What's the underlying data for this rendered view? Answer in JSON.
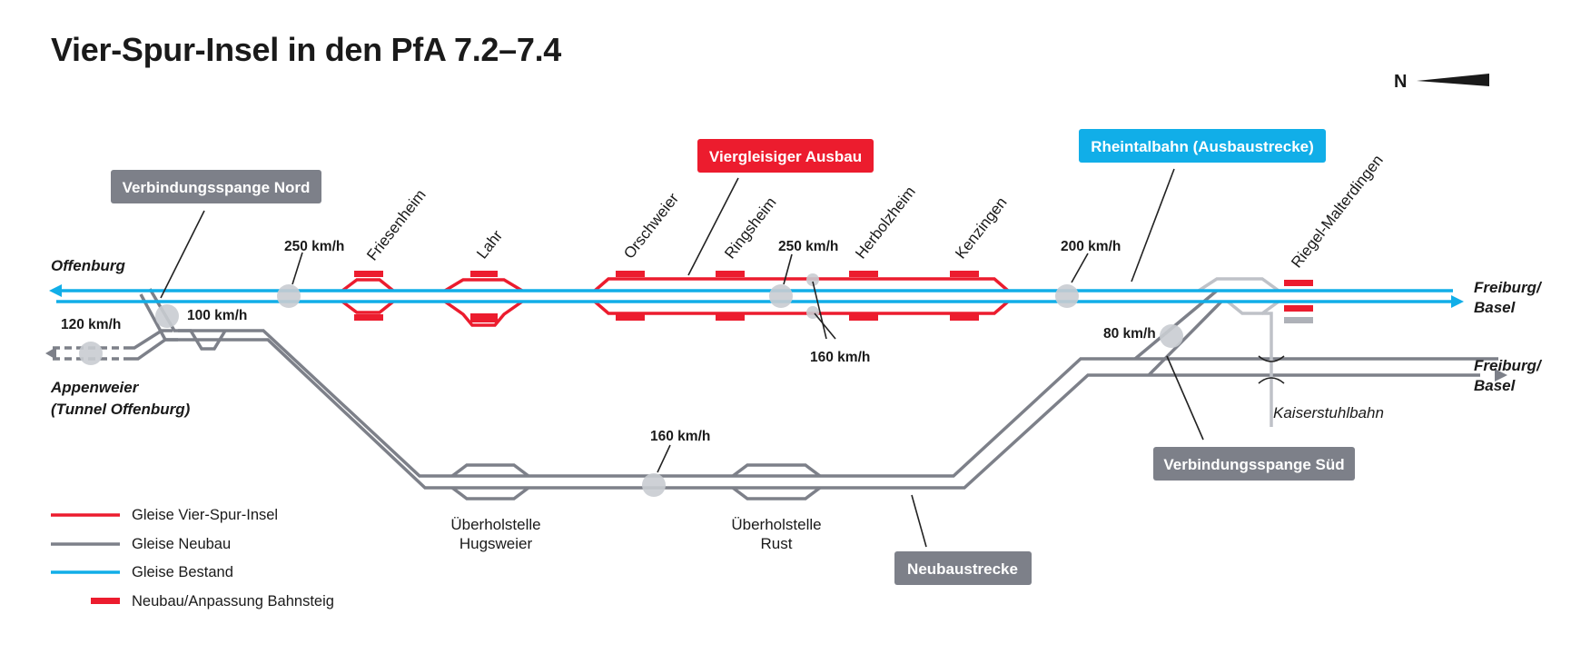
{
  "title": "Vier-Spur-Insel in den PfA 7.2–7.4",
  "north_label": "N",
  "boxes": {
    "verbindung_nord": "Verbindungsspange Nord",
    "viergleisig": "Viergleisiger Ausbau",
    "rheintalbahn": "Rheintalbahn (Ausbaustrecke)",
    "verbindung_sued": "Verbindungsspange Süd",
    "neubaustrecke": "Neubaustrecke"
  },
  "box_colors": {
    "grey": "#7d8089",
    "red": "#ec1c2e",
    "blue": "#11aee8"
  },
  "endpoints": {
    "offenburg": "Offenburg",
    "appenweier_1": "Appenweier",
    "appenweier_2": "(Tunnel Offenburg)",
    "freiburg_top_1": "Freiburg/",
    "freiburg_top_2": "Basel",
    "freiburg_bottom_1": "Freiburg/",
    "freiburg_bottom_2": "Basel"
  },
  "stations": {
    "friesenheim": "Friesenheim",
    "lahr": "Lahr",
    "orschweier": "Orschweier",
    "ringsheim": "Ringsheim",
    "herbolzheim": "Herbolzheim",
    "kenzingen": "Kenzingen",
    "riegel": "Riegel-Malterdingen"
  },
  "speeds": {
    "s250_left": "250 km/h",
    "s120": "120 km/h",
    "s100": "100 km/h",
    "s250_mid": "250 km/h",
    "s160_top": "160 km/h",
    "s200": "200 km/h",
    "s80": "80 km/h",
    "s160_bottom": "160 km/h"
  },
  "passing": {
    "hugsweier_1": "Überholstelle",
    "hugsweier_2": "Hugsweier",
    "rust_1": "Überholstelle",
    "rust_2": "Rust"
  },
  "kaiserstuhlbahn": "Kaiserstuhlbahn",
  "legend": [
    {
      "label": "Gleise Vier-Spur-Insel",
      "color": "#ec1c2e",
      "kind": "line"
    },
    {
      "label": "Gleise Neubau",
      "color": "#7d8089",
      "kind": "line"
    },
    {
      "label": "Gleise Bestand",
      "color": "#11aee8",
      "kind": "line"
    },
    {
      "label": "Neubau/Anpassung Bahnsteig",
      "color": "#ec1c2e",
      "kind": "bar"
    }
  ]
}
